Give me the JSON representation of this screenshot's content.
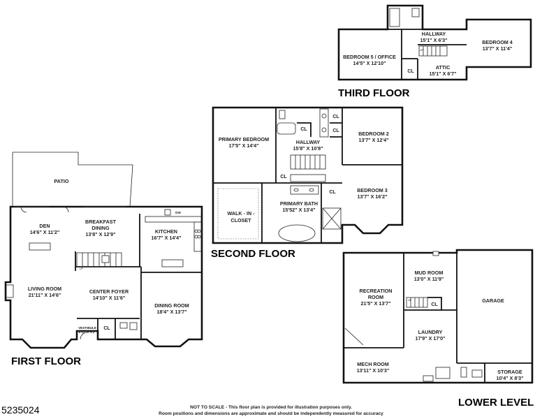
{
  "listing_id": "5235024",
  "disclaimer": {
    "line1": "NOT TO SCALE - This floor plan is provided for illustration purposes only.",
    "line2": "Room positions and dimensions are approximate and should be independently measured for accuracy"
  },
  "floors": {
    "first": "FIRST FLOOR",
    "second": "SECOND FLOOR",
    "third": "THIRD FLOOR",
    "lower": "LOWER LEVEL"
  },
  "rooms": {
    "patio": {
      "name": "PATIO"
    },
    "den": {
      "name": "DEN",
      "dim": "14'6\" X 11'2\""
    },
    "breakfast": {
      "name1": "BREAKFAST",
      "name2": "DINING",
      "dim": "13'8\" X 12'9\""
    },
    "kitchen": {
      "name": "KITCHEN",
      "dim": "16'7\" X 14'4\""
    },
    "living": {
      "name": "LIVING ROOM",
      "dim": "21'11\" X 14'6\""
    },
    "foyer": {
      "name": "CENTER FOYER",
      "dim": "14'10\" X 11'6\""
    },
    "dining": {
      "name": "DINING ROOM",
      "dim": "18'4\" X 13'7\""
    },
    "vestibule": {
      "name": "VESTIBULE",
      "dim": "8'11\" X 5'2\""
    },
    "primary_bed": {
      "name": "PRIMARY BEDROOM",
      "dim": "17'5\" X 14'4\""
    },
    "hall2": {
      "name": "HALLWAY",
      "dim": "15'8\" X 10'8\""
    },
    "bed2": {
      "name": "BEDROOM 2",
      "dim": "13'7\" X 12'4\""
    },
    "bed3": {
      "name": "BEDROOM 3",
      "dim": "13'7\" X 16'2\""
    },
    "walkin": {
      "name1": "WALK - IN -",
      "name2": "CLOSET"
    },
    "primary_bath": {
      "name": "PRIMARY BATH",
      "dim": "15'52\" X 13'4\""
    },
    "hall3": {
      "name": "HALLWAY",
      "dim": "15'1\" X 6'3\""
    },
    "bed4": {
      "name": "BEDROOM 4",
      "dim": "13'7\" X 11'4\""
    },
    "bed5": {
      "name": "BEDROOM 5 / OFFICE",
      "dim": "14'5\" X 12'10\""
    },
    "attic": {
      "name": "ATTIC",
      "dim": "15'1\" X 6'7\""
    },
    "recreation": {
      "name1": "RECREATION",
      "name2": "ROOM",
      "dim": "21'5\" X 13'7\""
    },
    "mudroom": {
      "name": "MUD ROOM",
      "dim": "13'0\" X 11'9\""
    },
    "garage": {
      "name": "GARAGE"
    },
    "laundry": {
      "name": "LAUNDRY",
      "dim": "17'9\" X 17'0\""
    },
    "mech": {
      "name": "MECH ROOM",
      "dim": "13'11\" X 10'3\""
    },
    "storage": {
      "name": "STORAGE",
      "dim": "10'4\" X 8'3\""
    }
  },
  "closet_label": "CL",
  "up_label": "UP",
  "dw_label": "DW"
}
